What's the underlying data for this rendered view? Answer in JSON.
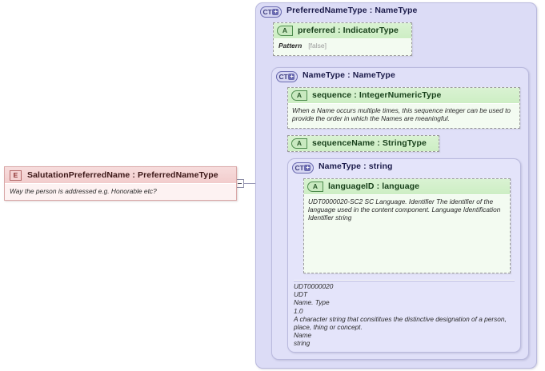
{
  "diagram": {
    "type": "xsd-schema-diagram",
    "title": "SalutationPreferredName element XSD diagram",
    "colors": {
      "panel_outer": "#dcdcf6",
      "panel_mid": "#e0e0f8",
      "panel_inner": "#e4e4fa",
      "panel_border": "#b9b9dd",
      "attribute_fill": "#f3fbf1",
      "attribute_header": "#cdeec4",
      "attribute_border": "#9a9a9a",
      "element_fill": "#fdf2f2",
      "element_header": "#f2cccc",
      "element_border": "#d9a7a7",
      "connector": "#9a9ab8"
    }
  },
  "element_node": {
    "badge": "E",
    "badge_name": "element-badge",
    "title": "SalutationPreferredName : PreferredNameType",
    "documentation": "Way the person is addressed e.g. Honorable etc?"
  },
  "connector": {
    "toggle_symbol": "−",
    "toggle_name": "collapse-toggle"
  },
  "panels": [
    {
      "id": "preferred-name-type",
      "badge": "CT",
      "badge_plus": "+",
      "title": "PreferredNameType : NameType"
    },
    {
      "id": "name-type-nametype",
      "badge": "CT",
      "badge_plus": "+",
      "title": "NameType : NameType"
    },
    {
      "id": "name-type-string",
      "badge": "CT",
      "badge_plus": "+",
      "title": "NameType : string",
      "documentation": "UDT0000020\nUDT\nName. Type\n1.0\nA character string that consititues the distinctive designation of a person,\nplace, thing or concept.\nName\nstring"
    }
  ],
  "attributes": [
    {
      "id": "preferred",
      "badge": "A",
      "title": "preferred : IndicatorType",
      "facet_name": "Pattern",
      "facet_value": "[false]"
    },
    {
      "id": "sequence",
      "badge": "A",
      "title": "sequence : IntegerNumericType",
      "documentation": "When a Name occurs multiple times, this sequence integer can be used\nto provide the order in which the Names are meaningful."
    },
    {
      "id": "sequence-name",
      "badge": "A",
      "title": "sequenceName : StringType"
    },
    {
      "id": "language-id",
      "badge": "A",
      "title": "languageID : language",
      "documentation": "UDT0000020-SC2\nSC\nLanguage. Identifier\nThe identifier of the language used in the content component.\nLanguage\nIdentification\nIdentifier\nstring"
    }
  ]
}
